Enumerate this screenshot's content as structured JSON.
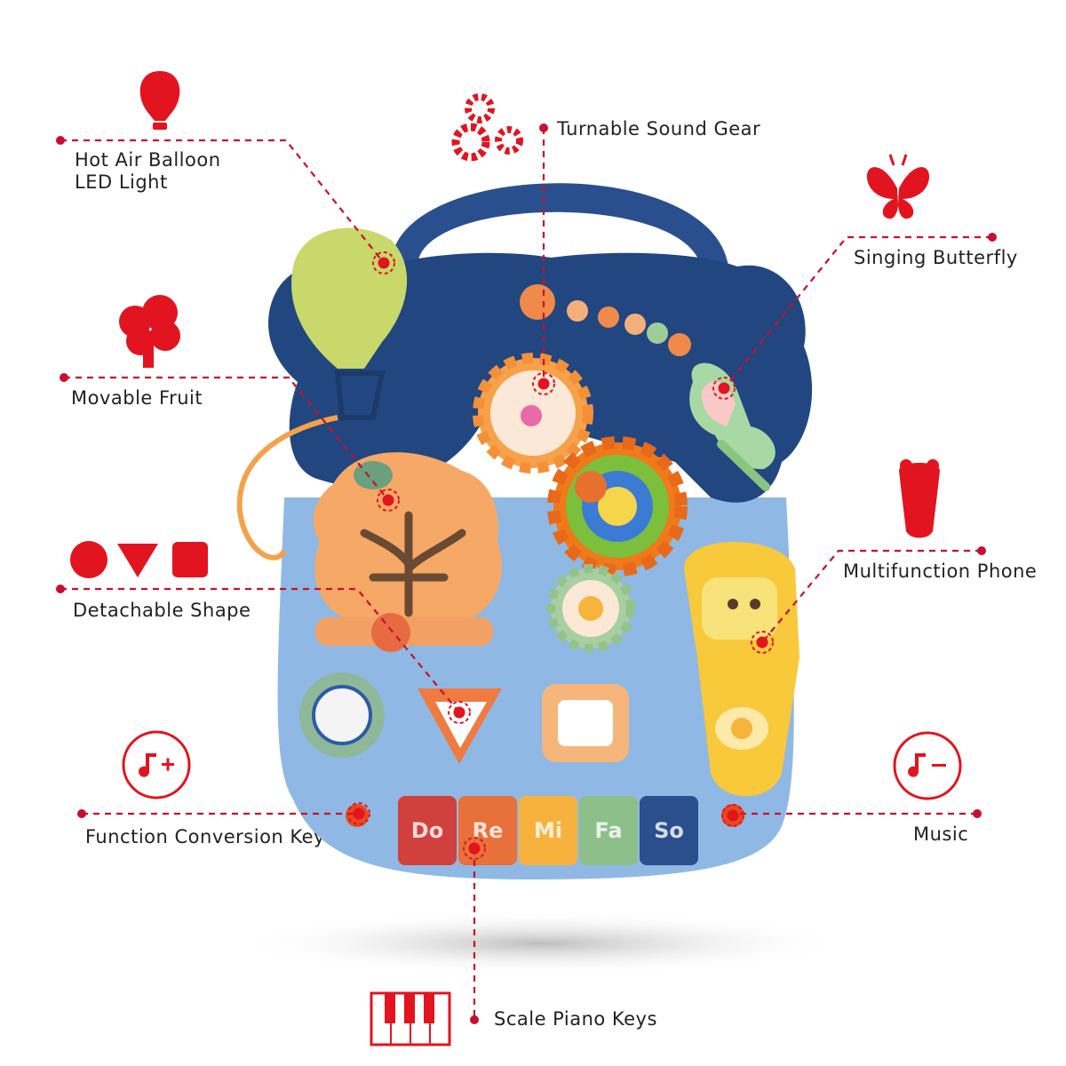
{
  "colors": {
    "accent": "#e2141f",
    "leader": "#c8102e",
    "board_dark": "#22467f",
    "board_light": "#8fb9e4"
  },
  "features": [
    {
      "id": "balloon",
      "lines": [
        "Hot Air Balloon",
        "LED Light"
      ],
      "icon": "hot-air-balloon-icon"
    },
    {
      "id": "fruit",
      "lines": [
        "Movable Fruit"
      ],
      "icon": "tree-icon"
    },
    {
      "id": "shape",
      "lines": [
        "Detachable Shape"
      ],
      "icon": "shapes-icon"
    },
    {
      "id": "function",
      "lines": [
        "Function Conversion Key"
      ],
      "icon": "music-note-plus-icon"
    },
    {
      "id": "gear",
      "lines": [
        "Turnable Sound Gear"
      ],
      "icon": "gears-icon"
    },
    {
      "id": "butterfly",
      "lines": [
        "Singing Butterfly"
      ],
      "icon": "butterfly-icon"
    },
    {
      "id": "phone",
      "lines": [
        "Multifunction Phone"
      ],
      "icon": "bear-phone-icon"
    },
    {
      "id": "music",
      "lines": [
        "Music"
      ],
      "icon": "music-note-minus-icon"
    },
    {
      "id": "piano",
      "lines": [
        "Scale Piano Keys"
      ],
      "icon": "piano-icon"
    }
  ],
  "piano_keys": [
    "Do",
    "Re",
    "Mi",
    "Fa",
    "So"
  ]
}
